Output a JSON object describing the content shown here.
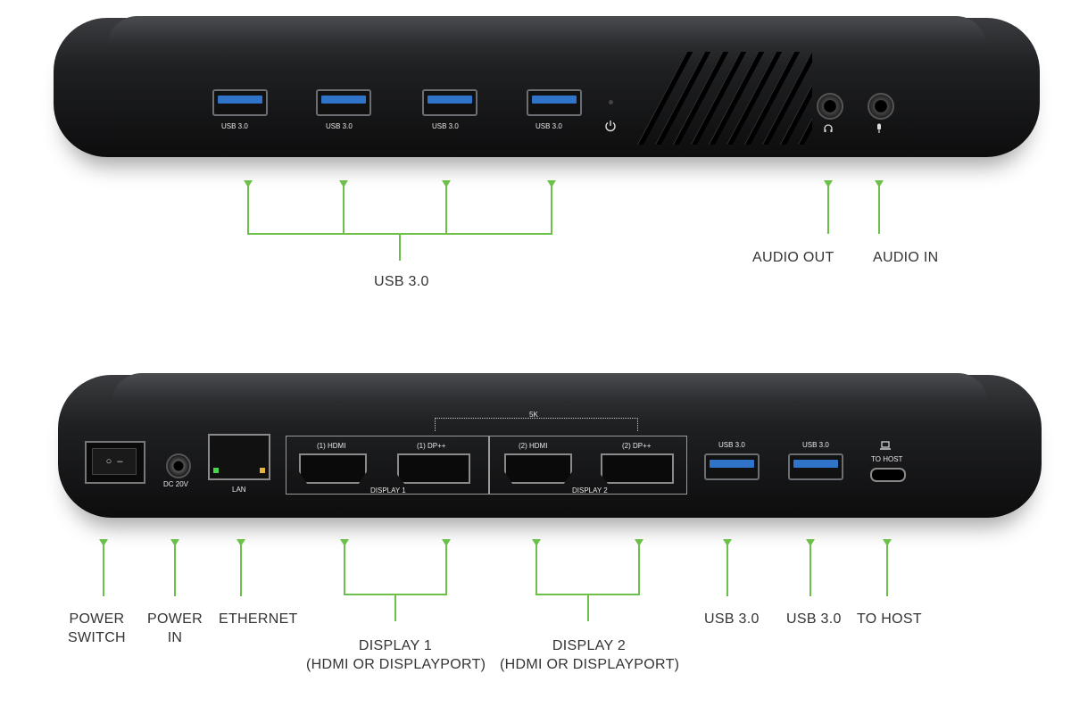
{
  "top_device": {
    "port_labels": [
      "USB 3.0",
      "USB 3.0",
      "USB 3.0",
      "USB 3.0"
    ],
    "power_icon": "power-icon",
    "headphone_icon": "headphone-icon",
    "mic_icon": "microphone-icon"
  },
  "bottom_device": {
    "dc_label": "DC 20V",
    "lan_label": "LAN",
    "hdmi1_label": "(1) HDMI",
    "dp1_label": "(1) DP++",
    "hdmi2_label": "(2) HDMI",
    "dp2_label": "(2) DP++",
    "display1_label": "DISPLAY 1",
    "display2_label": "DISPLAY 2",
    "fivek_label": "5K",
    "usb_a_label": "USB 3.0",
    "usb_b_label": "USB 3.0",
    "to_host_label": "TO HOST"
  },
  "callouts": {
    "usb30_top": "USB 3.0",
    "audio_out": "AUDIO OUT",
    "audio_in": "AUDIO IN",
    "power_switch": [
      "POWER",
      "SWITCH"
    ],
    "power_in": [
      "POWER",
      "IN"
    ],
    "ethernet": "ETHERNET",
    "display1": [
      "DISPLAY 1",
      "(HDMI OR DISPLAYPORT)"
    ],
    "display2": [
      "DISPLAY 2",
      "(HDMI OR DISPLAYPORT)"
    ],
    "usb30_a": "USB 3.0",
    "usb30_b": "USB 3.0",
    "to_host": "TO HOST"
  },
  "colors": {
    "callout_line": "#6cc04a",
    "usb_blue": "#2f74c9",
    "device_body": "#1a1a1c"
  }
}
